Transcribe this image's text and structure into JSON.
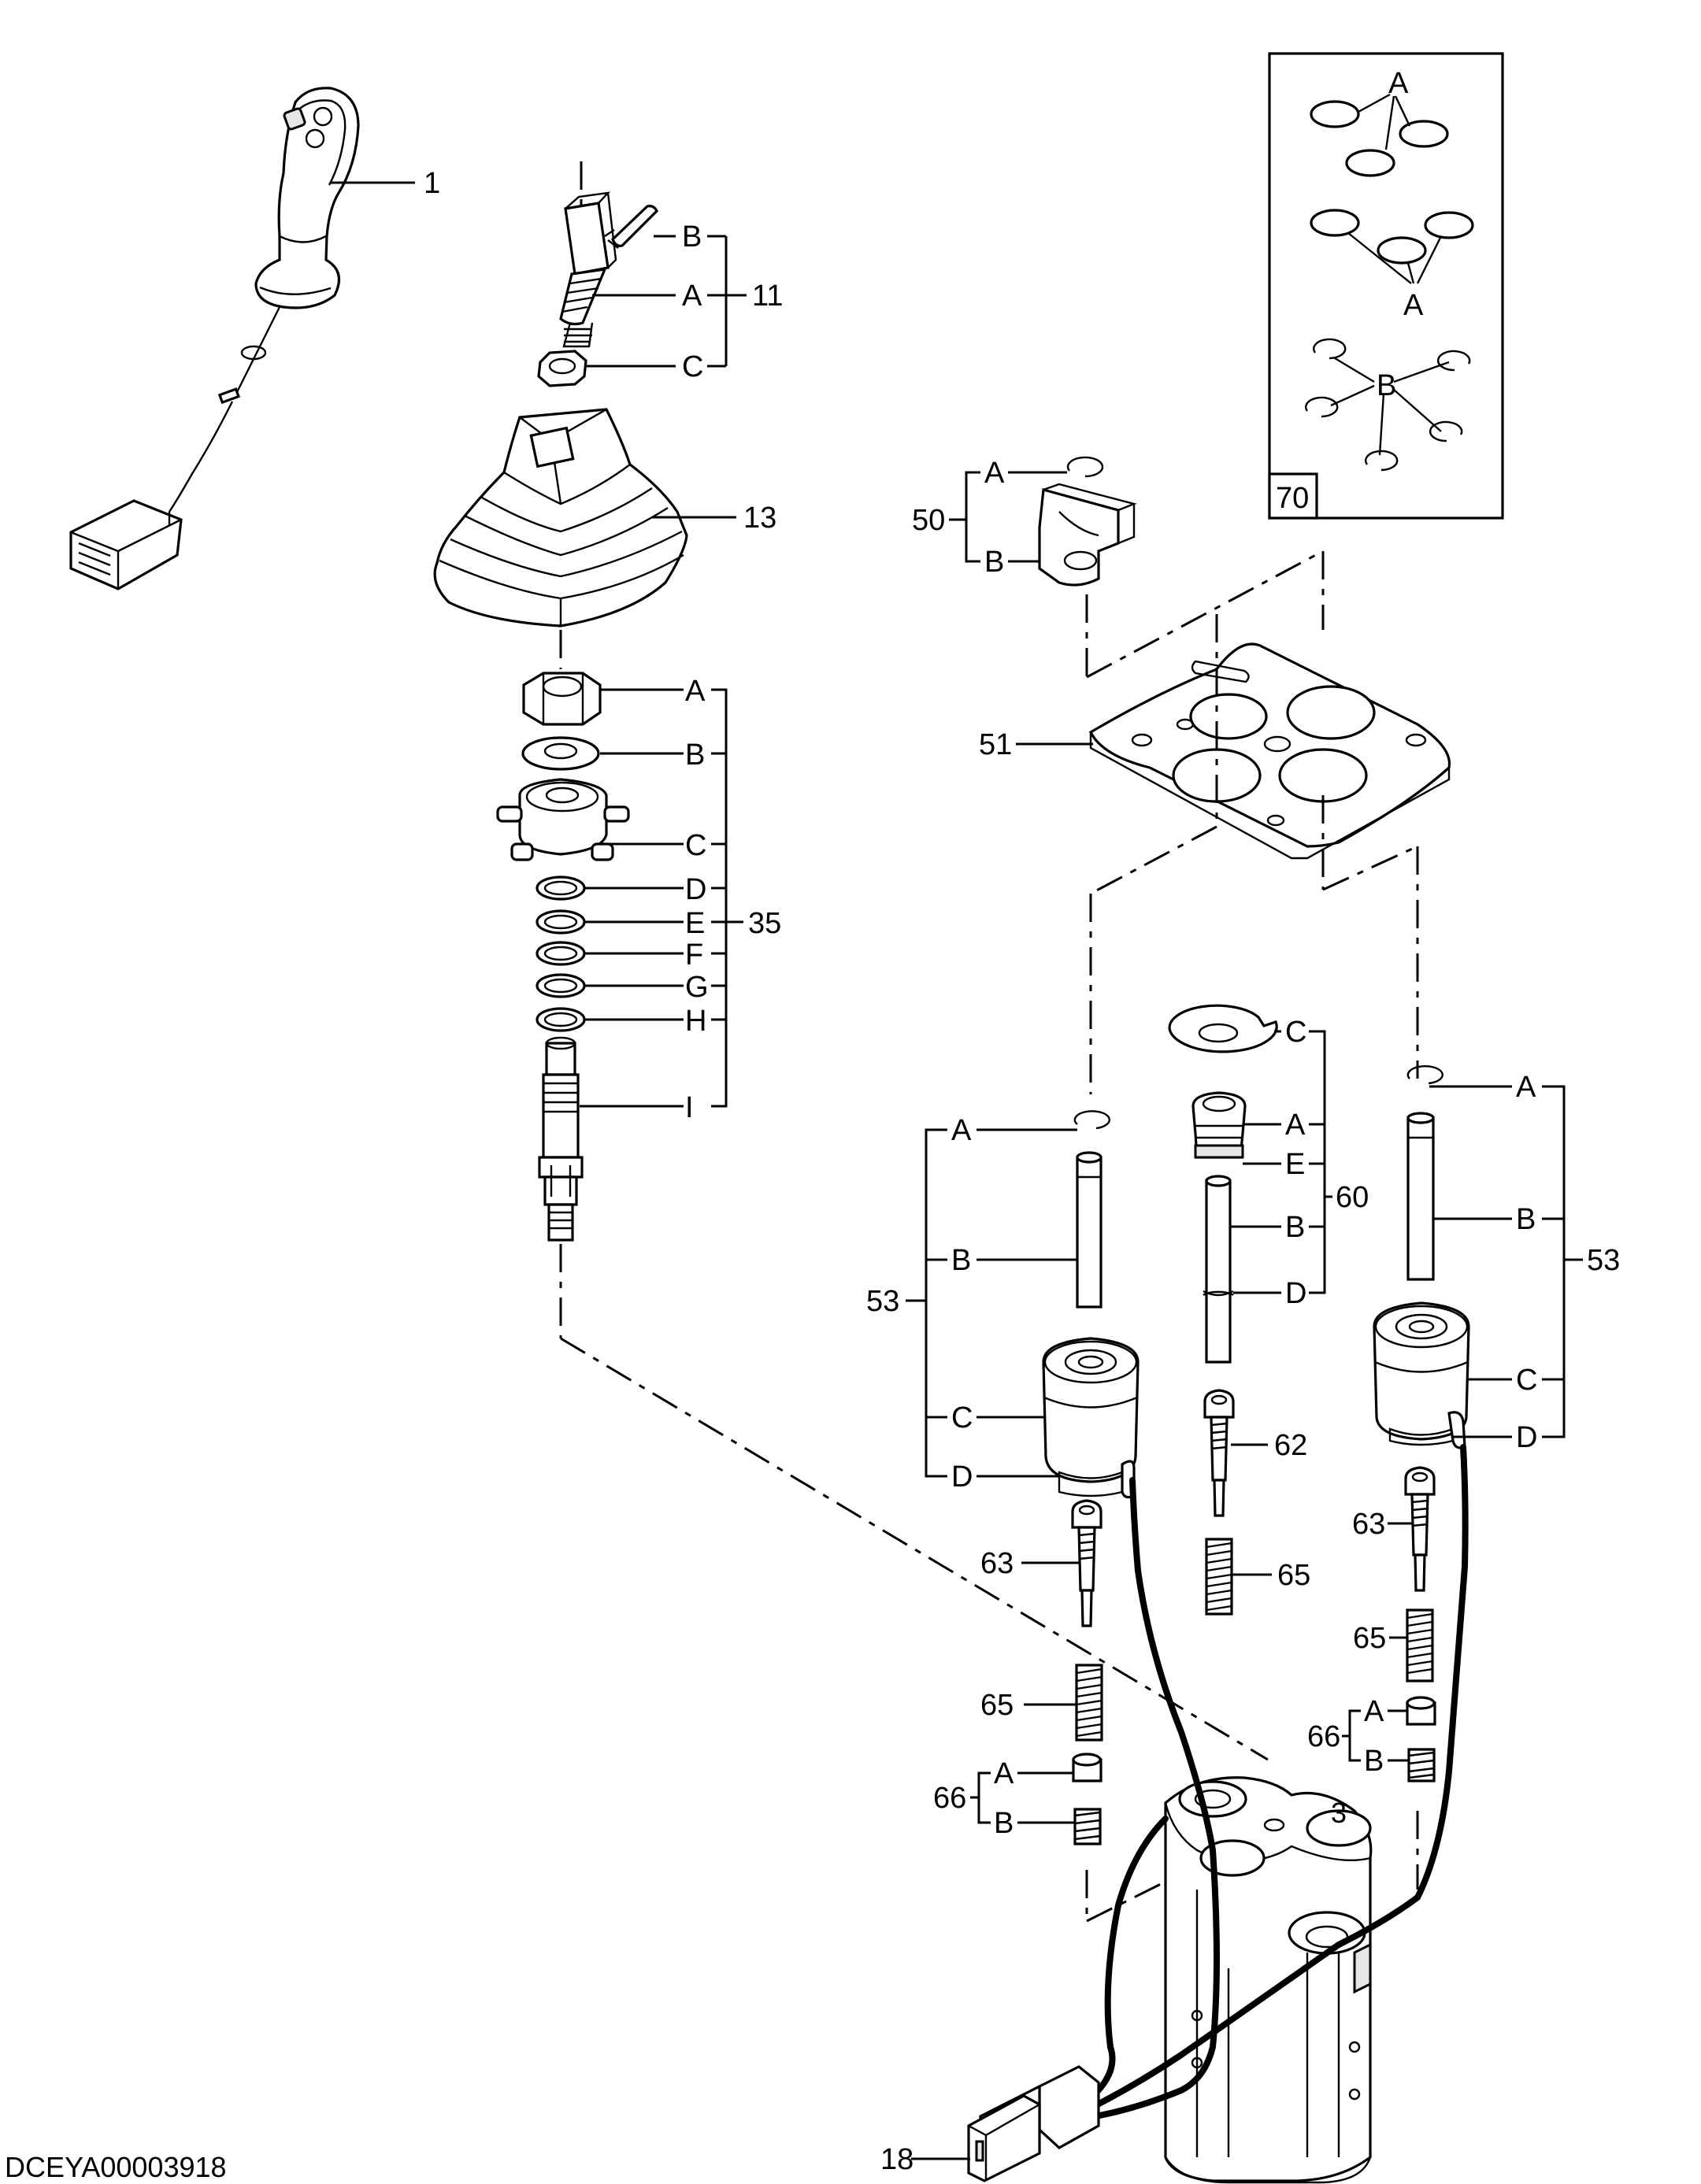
{
  "diagram_code": "DCEYA00003918",
  "callouts": {
    "c1": "1",
    "c11": "11",
    "c11_letters": [
      "B",
      "A",
      "C"
    ],
    "c13": "13",
    "c35": "35",
    "c35_letters": [
      "A",
      "B",
      "C",
      "D",
      "E",
      "F",
      "G",
      "H",
      "I"
    ],
    "c50": "50",
    "c50_letters": [
      "A",
      "B"
    ],
    "c51": "51",
    "c53_left": "53",
    "c53_left_letters": [
      "A",
      "B",
      "C",
      "D"
    ],
    "c53_right": "53",
    "c53_right_letters": [
      "A",
      "B",
      "C",
      "D"
    ],
    "c60": "60",
    "c60_letters": [
      "C",
      "A",
      "E",
      "B",
      "D"
    ],
    "c62": "62",
    "c63_left": "63",
    "c63_right": "63",
    "c65_center": "65",
    "c65_left": "65",
    "c65_right": "65",
    "c66_left": "66",
    "c66_left_letters": [
      "A",
      "B"
    ],
    "c66_right": "66",
    "c66_right_letters": [
      "A",
      "B"
    ],
    "c18": "18",
    "c70": "70",
    "c70_letters": [
      "A",
      "A",
      "B"
    ]
  }
}
